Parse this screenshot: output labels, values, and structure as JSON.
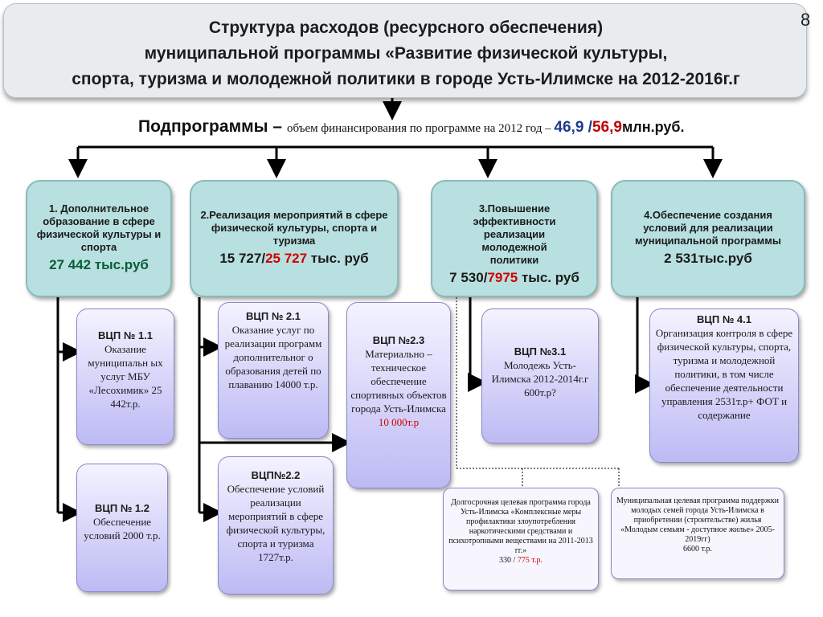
{
  "page_number": "8",
  "title": {
    "line1": "Структура расходов (ресурсного обеспечения)",
    "line2": "муниципальной  программы «Развитие физической культуры,",
    "line3": "спорта, туризма и молодежной политики в городе Усть-Илимске на 2012-2016г.г"
  },
  "subtitle": {
    "heading": "Подпрограммы",
    "dash": " – ",
    "text": "объем финансирования по программе на 2012 год – ",
    "value1": "46,9",
    "slash": " /",
    "value2": "56,9",
    "unit": "млн.руб."
  },
  "subprograms": [
    {
      "label": "1. Дополнительное образование в сфере физической культуры и спорта",
      "amount": "27 442  тыс.руб"
    },
    {
      "label": "2.Реализация мероприятий в сфере физической культуры, спорта и туризма",
      "amount1": "15 727/",
      "amount2": "25 727",
      "amount3": " тыс. руб"
    },
    {
      "label": "3.Повышение эффективности реализации молодежной политики",
      "amount1": "7 530/",
      "amount2": "7975",
      "amount3": " тыс. руб"
    },
    {
      "label": "4.Обеспечение создания условий для реализации муниципальной программы",
      "amount": "2 531тыс.руб"
    }
  ],
  "vcp": {
    "v11": {
      "title": "ВЦП № 1.1",
      "text": "Оказание муниципальн ых услуг МБУ «Лесохимик» 25 442т.р."
    },
    "v12": {
      "title": "ВЦП № 1.2",
      "text": "Обеспечение условий 2000 т.р."
    },
    "v21": {
      "title": "ВЦП № 2.1",
      "text": "Оказание услуг по реализации программ дополнительног о образования детей по плаванию 14000 т.р."
    },
    "v22": {
      "title": "ВЦП№2.2",
      "text": "Обеспечение условий реализации мероприятий в сфере физической культуры, спорта и туризма 1727т.р."
    },
    "v23": {
      "title": "ВЦП №2.3",
      "text": "Материально – техническое обеспечение спортивных объектов города Усть-Илимска",
      "amount": "10 000т.р"
    },
    "v31": {
      "title": "ВЦП №3.1",
      "text": "Молодежь Усть-Илимска 2012-2014г.г 600т.р?"
    },
    "v41": {
      "title": "ВЦП № 4.1",
      "text": "Организация контроля в сфере физической культуры, спорта, туризма и молодежной политики, в том числе обеспечение деятельности управления 2531т.р+ ФОТ и содержание"
    }
  },
  "extra": {
    "dcp": {
      "text": "Долгосрочная целевая программа  города Усть-Илимска «Комплексные меры профилактики злоупотребления наркотическими средствами и психотропными веществами на 2011-2013 гг.»",
      "amount1": "330 / ",
      "amount2": "775 т.р."
    },
    "mcp": {
      "text": "Муниципальная целевая программа поддержки молодых семей города Усть-Илимска в приобретении (строительстве) жилья «Молодым семьям - доступное жилье» 2005-2019гг)",
      "amount": "6600 т.р."
    }
  }
}
